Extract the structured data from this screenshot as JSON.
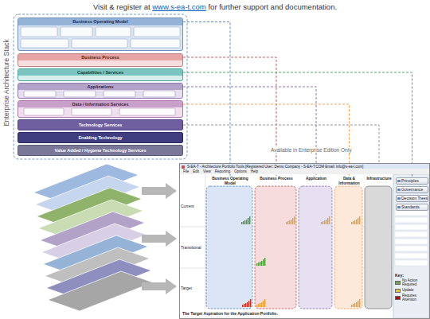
{
  "diagram": {
    "nodes": [
      {
        "text": [
          "Business Operating Model"
        ]
      },
      {
        "text": [
          "Business Process"
        ]
      },
      {
        "text": [
          "Capabilities / Services"
        ]
      },
      {
        "text": [
          "Applications"
        ]
      },
      {
        "text": [
          "Data / Information Services"
        ]
      },
      {
        "text": [
          "Technology Services"
        ]
      },
      {
        "text": [
          "Enabling Technology"
        ]
      },
      {
        "text": [
          "Value Added / Hygiene Technology Services"
        ]
      },
      {
        "text": [
          "S-EA-T - Architecture Portfolio Tools [Registered User: Demo Company - S-EA-T.COM Email: info@s-ea-t.com]"
        ]
      },
      {
        "text": [
          "Business Operating Model"
        ],
        "in": 8
      },
      {
        "text": [
          "Business Process"
        ],
        "in": 8
      },
      {
        "text": [
          "Application"
        ],
        "in": 8
      },
      {
        "text": [
          "Data & Information"
        ],
        "in": 8
      },
      {
        "text": [
          "Infrastructure"
        ],
        "in": 8
      },
      {
        "text": [
          "Principles"
        ],
        "in": 8
      },
      {
        "text": [
          "Governance"
        ],
        "in": 8
      },
      {
        "text": [
          "Decision Trees"
        ],
        "in": 8
      },
      {
        "text": [
          "Standards"
        ],
        "in": 8
      }
    ],
    "edges": [
      {
        "from": 0,
        "to": 9,
        "arrow": "none"
      },
      {
        "from": 1,
        "to": 10,
        "arrow": "none"
      },
      {
        "from": 2,
        "to": 14,
        "arrow": "none"
      },
      {
        "from": 3,
        "to": 11,
        "arrow": "none"
      },
      {
        "from": 4,
        "to": 12,
        "arrow": "none"
      },
      {
        "from": 5,
        "to": 13,
        "arrow": "none"
      }
    ],
    "labels": [
      "Visit & register at",
      "www.s-ea-t.com",
      "for further support and documentation.",
      "Enterprise Architecture Stack",
      "Available in Enterprise Edition Only",
      "File",
      "Edit",
      "View",
      "Reporting",
      "Options",
      "Help",
      "Current",
      "Transitional",
      "Target",
      "Key:",
      "The Target Aspiration for the Application Portfolio."
    ],
    "legend": [
      {
        "text": "No Action Required",
        "color": "#6aa84f"
      },
      {
        "text": "Update",
        "color": "#f1c232"
      },
      {
        "text": "Requires Attention",
        "color": "#cc0000"
      }
    ]
  }
}
